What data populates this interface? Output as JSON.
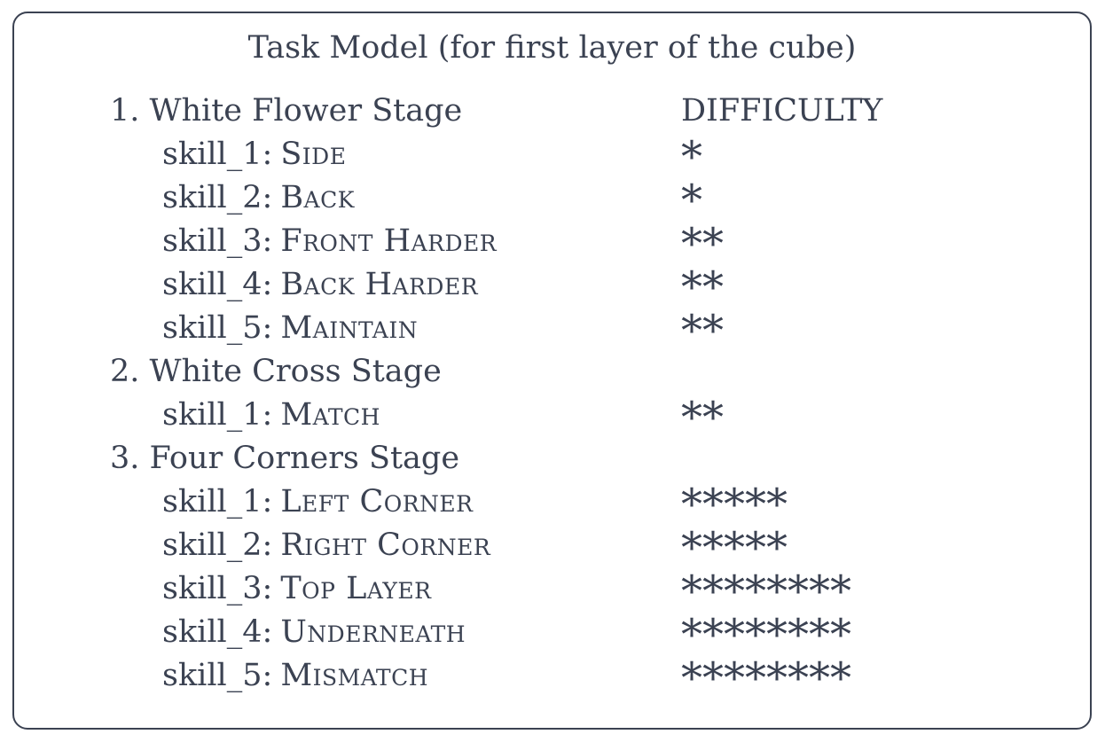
{
  "title": "Task Model (for first layer of the cube)",
  "difficulty_header": "DIFFICULTY",
  "colors": {
    "text": "#3b4252",
    "border": "#3b4252",
    "background": "#ffffff"
  },
  "stages": [
    {
      "label": "1. White Flower Stage",
      "skills": [
        {
          "prefix": "skill_1:",
          "name": "Side",
          "difficulty": "*"
        },
        {
          "prefix": "skill_2:",
          "name": "Back",
          "difficulty": "*"
        },
        {
          "prefix": "skill_3:",
          "name": "Front Harder",
          "difficulty": "**"
        },
        {
          "prefix": "skill_4:",
          "name": "Back Harder",
          "difficulty": "**"
        },
        {
          "prefix": "skill_5:",
          "name": "Maintain",
          "difficulty": "**"
        }
      ]
    },
    {
      "label": "2. White Cross Stage",
      "skills": [
        {
          "prefix": "skill_1:",
          "name": "Match",
          "difficulty": "**"
        }
      ]
    },
    {
      "label": "3. Four Corners Stage",
      "skills": [
        {
          "prefix": "skill_1:",
          "name": "Left Corner",
          "difficulty": "*****"
        },
        {
          "prefix": "skill_2:",
          "name": "Right Corner",
          "difficulty": "*****"
        },
        {
          "prefix": "skill_3:",
          "name": "Top Layer",
          "difficulty": "********"
        },
        {
          "prefix": "skill_4:",
          "name": "Underneath",
          "difficulty": "********"
        },
        {
          "prefix": "skill_5:",
          "name": "Mismatch",
          "difficulty": "********"
        }
      ]
    }
  ]
}
